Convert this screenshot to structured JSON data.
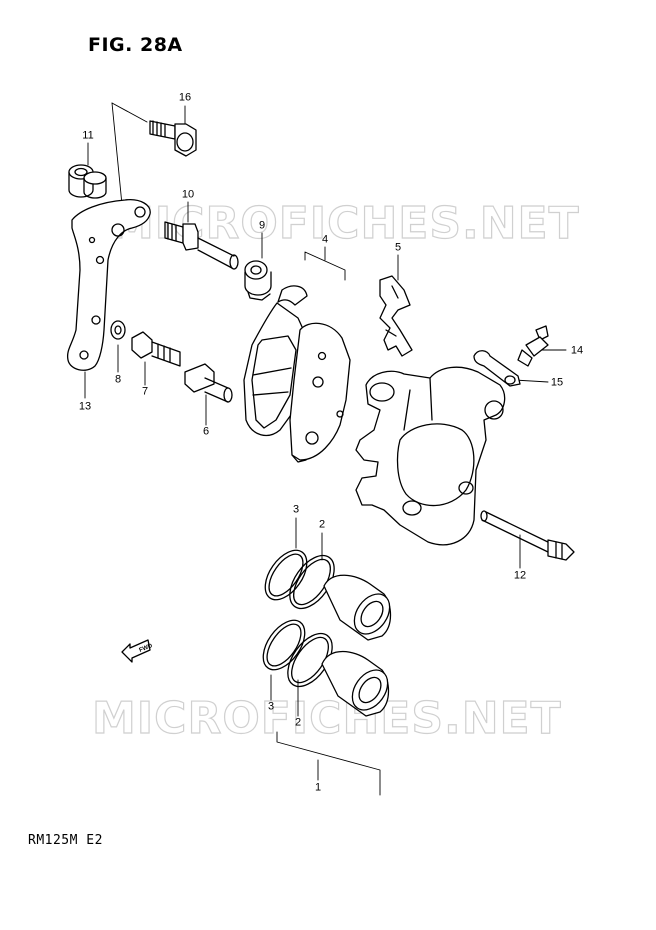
{
  "figure": {
    "title": "FIG. 28A",
    "model_code": "RM125M  E2"
  },
  "watermark": {
    "text": "MICROFICHES.NET"
  },
  "fwd_label": "FWD",
  "callouts": [
    {
      "id": "c16",
      "number": "16"
    },
    {
      "id": "c11",
      "number": "11"
    },
    {
      "id": "c10",
      "number": "10"
    },
    {
      "id": "c9",
      "number": "9"
    },
    {
      "id": "c4",
      "number": "4"
    },
    {
      "id": "c5",
      "number": "5"
    },
    {
      "id": "c14",
      "number": "14"
    },
    {
      "id": "c15",
      "number": "15"
    },
    {
      "id": "c13",
      "number": "13"
    },
    {
      "id": "c8",
      "number": "8"
    },
    {
      "id": "c7",
      "number": "7"
    },
    {
      "id": "c6",
      "number": "6"
    },
    {
      "id": "c12",
      "number": "12"
    },
    {
      "id": "c3a",
      "number": "3"
    },
    {
      "id": "c2a",
      "number": "2"
    },
    {
      "id": "c3b",
      "number": "3"
    },
    {
      "id": "c2b",
      "number": "2"
    },
    {
      "id": "c1",
      "number": "1"
    }
  ]
}
